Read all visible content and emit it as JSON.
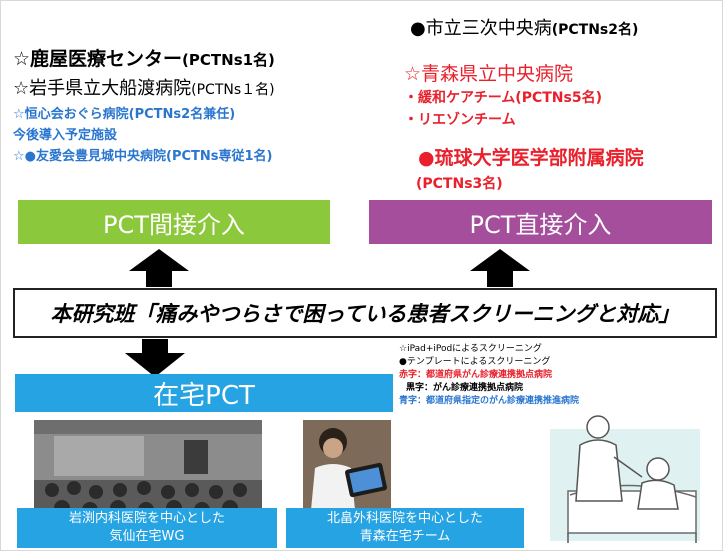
{
  "left_list": {
    "kanoya": "☆鹿屋医療センター",
    "kanoya_count": "(PCTNs1名)",
    "ofunato": "☆岩手県立大船渡病院",
    "ofunato_count": "(PCTNs１名)",
    "ogura": "☆恒心会おぐら病院(PCTNs2名兼任)",
    "planned": "今後導入予定施設",
    "toyomi": "☆●友愛会豊見城中央病院(PCTNs専従1名)"
  },
  "right_list": {
    "shiritsu": "●市立三次中央病",
    "shiritsu_count": "(PCTNs2名)",
    "aomori": "☆青森県立中央病院",
    "kanwa": "・緩和ケアチーム(PCTNs5名)",
    "liaison": "・リエゾンチーム",
    "ryukyu_mark": "●",
    "ryukyu": "琉球大学医学部附属病院",
    "ryukyu_count": "(PCTNs3名)"
  },
  "boxes": {
    "indirect": "PCT間接介入",
    "direct": "PCT直接介入",
    "home": "在宅PCT"
  },
  "research_title": "本研究班「痛みやつらさで困っている患者スクリーニングと対応」",
  "legend": {
    "ipad": "☆iPad+iPodによるスクリーニング",
    "template": "●テンプレートによるスクリーニング",
    "red_text": "赤字：都道府県がん診療連携拠点病院",
    "black_text": "黒字：がん診療連携拠点病院",
    "blue_text": "青字：都道府県指定のがん診療連携推進病院"
  },
  "captions": {
    "iwabuchi_line1": "岩渕内科医院を中心とした",
    "iwabuchi_line2": "気仙在宅WG",
    "kitabatake_line1": "北畠外科医院を中心とした",
    "kitabatake_line2": "青森在宅チーム"
  },
  "colors": {
    "green": "#8cc83c",
    "purple": "#a54e9c",
    "sky": "#26a3e2",
    "red": "#e8212c",
    "blue": "#2a76cf"
  }
}
